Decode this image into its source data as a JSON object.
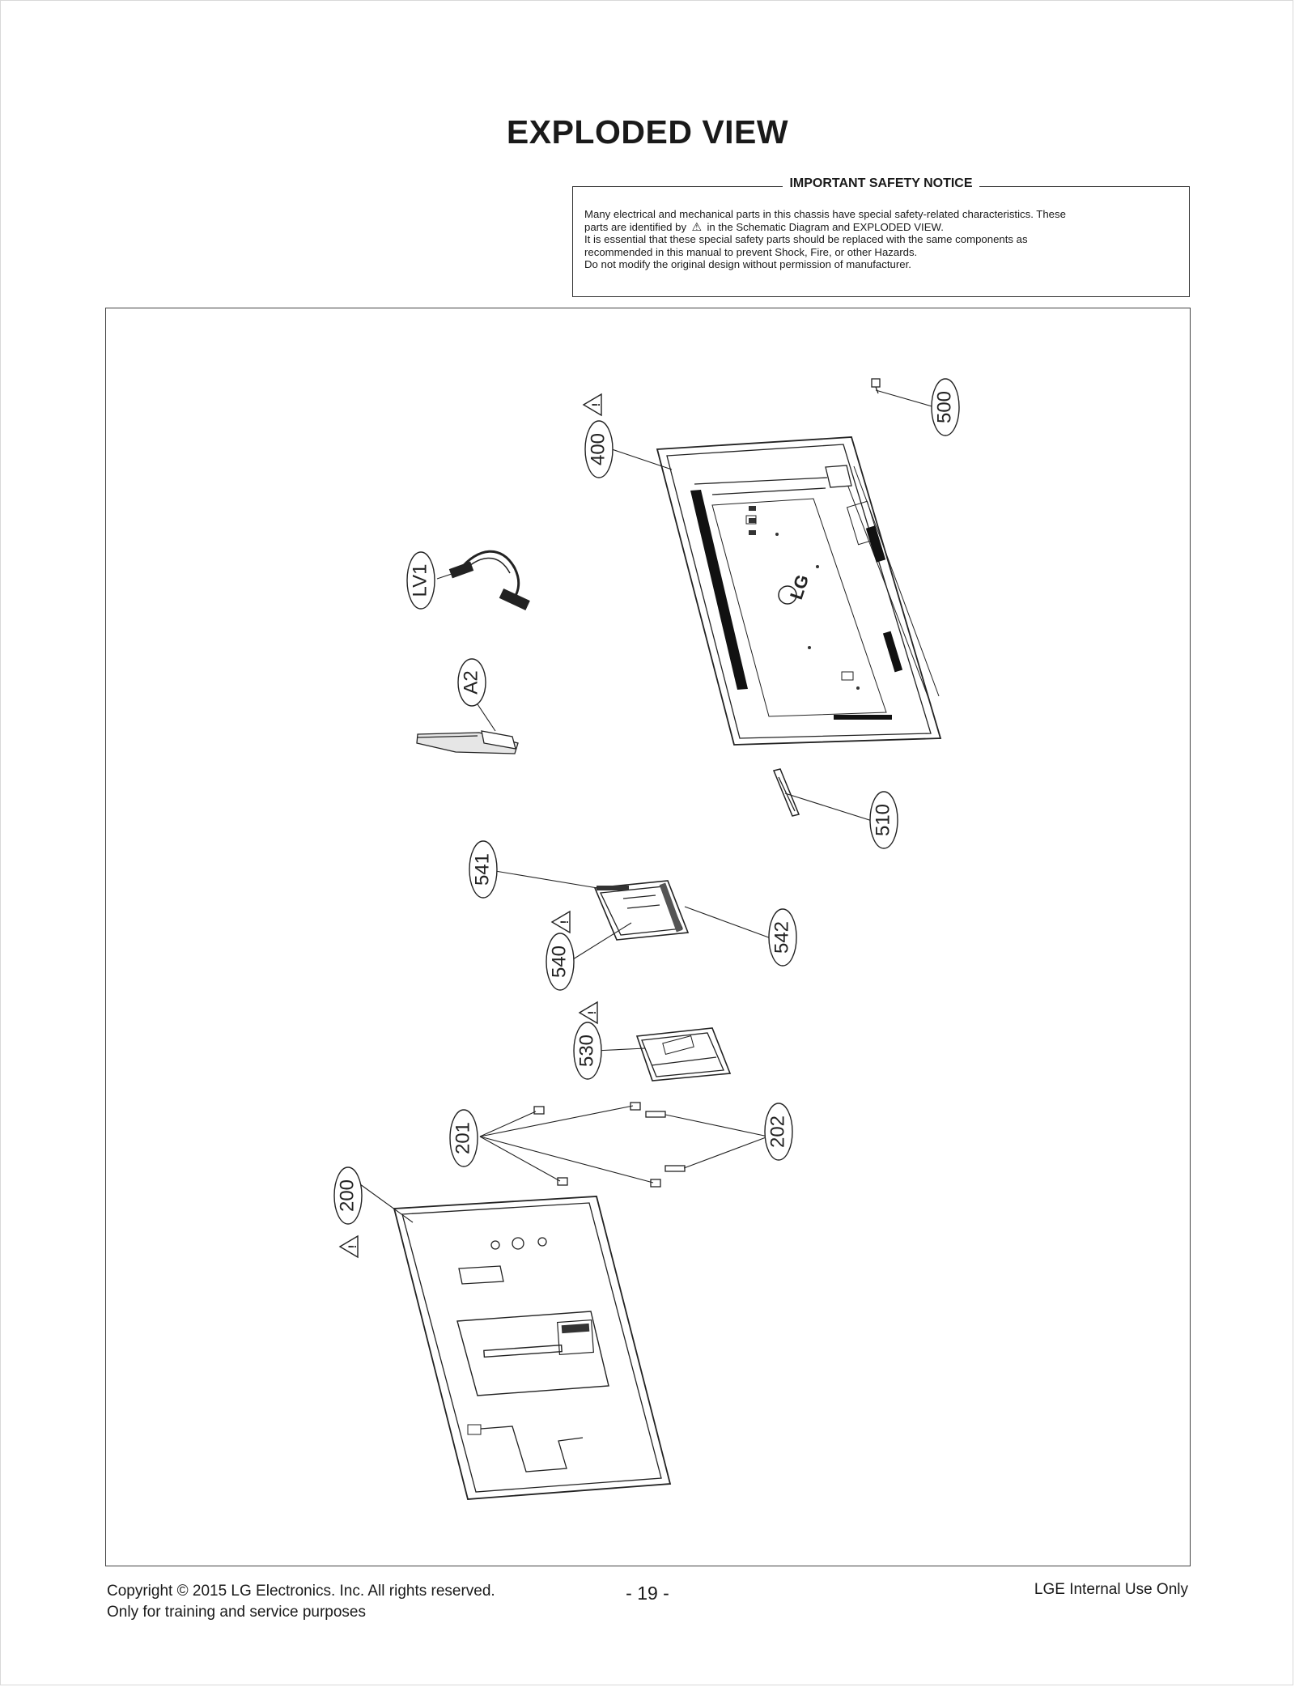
{
  "page": {
    "title": "EXPLODED VIEW"
  },
  "notice": {
    "title": "IMPORTANT SAFETY NOTICE",
    "line1": "Many electrical and mechanical parts in this chassis have special safety-related characteristics. These",
    "line2_before": "parts are identified by",
    "line2_after": "in the Schematic Diagram and EXPLODED VIEW.",
    "line3": "It is essential that these special safety parts should be replaced with the same components as",
    "line4": "recommended in this manual to prevent Shock, Fire, or other Hazards.",
    "line5": "Do not modify the original design without permission of manufacturer.",
    "warning_symbol": "⚠"
  },
  "parts": {
    "p400": "400",
    "p500": "500",
    "lv1": "LV1",
    "a2": "A2",
    "p510": "510",
    "p541": "541",
    "p540": "540",
    "p542": "542",
    "p530": "530",
    "p201": "201",
    "p202": "202",
    "p200": "200",
    "logo": "LG",
    "safety_marker": "!"
  },
  "footer": {
    "copyright_line1": "Copyright  © 2015  LG Electronics. Inc. All rights reserved.",
    "copyright_line2": "Only for training and service purposes",
    "page_number": "- 19 -",
    "internal": "LGE Internal Use Only"
  }
}
